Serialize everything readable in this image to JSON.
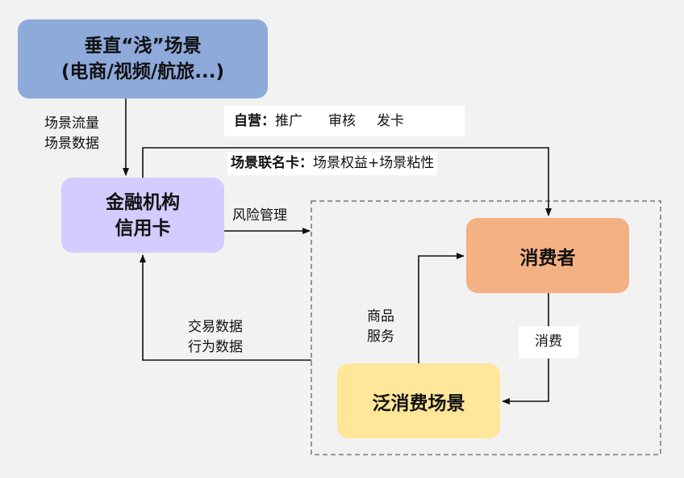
{
  "nodes": {
    "vertical": {
      "line1": "垂直“浅”场景",
      "line2": "(电商/视频/航旅...)",
      "color": "#8eaadb"
    },
    "finance": {
      "line1": "金融机构",
      "line2": "信用卡",
      "color": "#d3ccff"
    },
    "consumer": {
      "label": "消费者",
      "color": "#f4b183"
    },
    "scene": {
      "label": "泛消费场景",
      "color": "#ffe699"
    }
  },
  "edges": {
    "scene_flow": {
      "line1": "场景流量",
      "line2": "场景数据"
    },
    "self_run": {
      "prefix": "自营：",
      "step1": "推广",
      "step2": "审核",
      "step3": "发卡"
    },
    "co_brand": {
      "prefix": "场景联名卡：",
      "text": "场景权益+场景粘性"
    },
    "risk": {
      "label": "风险管理"
    },
    "txn": {
      "line1": "交易数据",
      "line2": "行为数据"
    },
    "goods": {
      "line1": "商品",
      "line2": "服务"
    },
    "consume": {
      "label": "消费"
    }
  }
}
